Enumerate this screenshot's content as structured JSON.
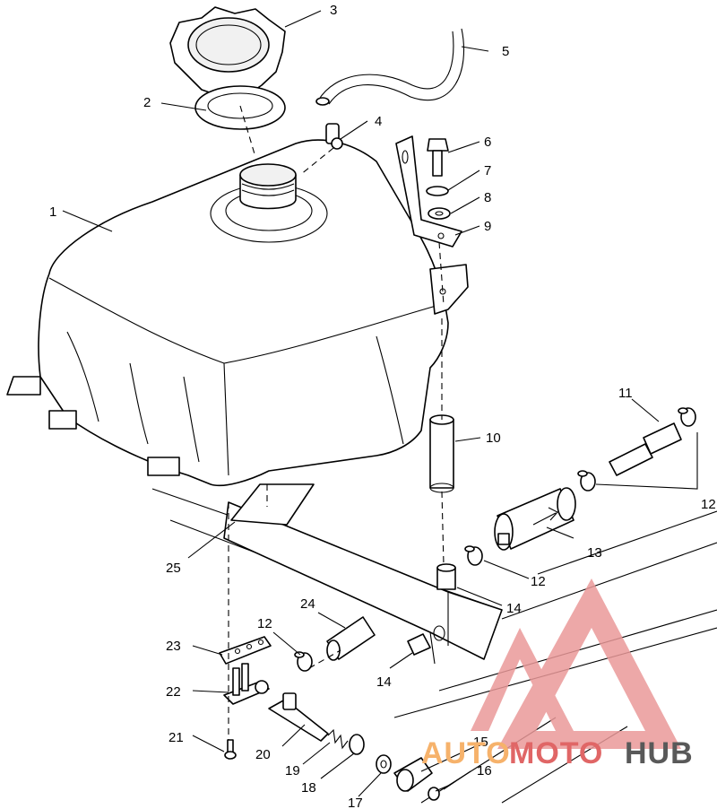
{
  "diagram": {
    "callouts": [
      "1",
      "2",
      "3",
      "4",
      "5",
      "6",
      "7",
      "8",
      "9",
      "10",
      "11",
      "12",
      "12",
      "12",
      "13",
      "14",
      "14",
      "15",
      "16",
      "17",
      "18",
      "19",
      "20",
      "21",
      "22",
      "23",
      "24",
      "25"
    ]
  },
  "watermark": {
    "part1": "AUTO",
    "part2": "MOTO",
    "part3": "HUB",
    "colors": {
      "orange": "#f6b26b",
      "red": "#e06666",
      "dark": "#595959",
      "triangle": "#ea9999"
    }
  }
}
